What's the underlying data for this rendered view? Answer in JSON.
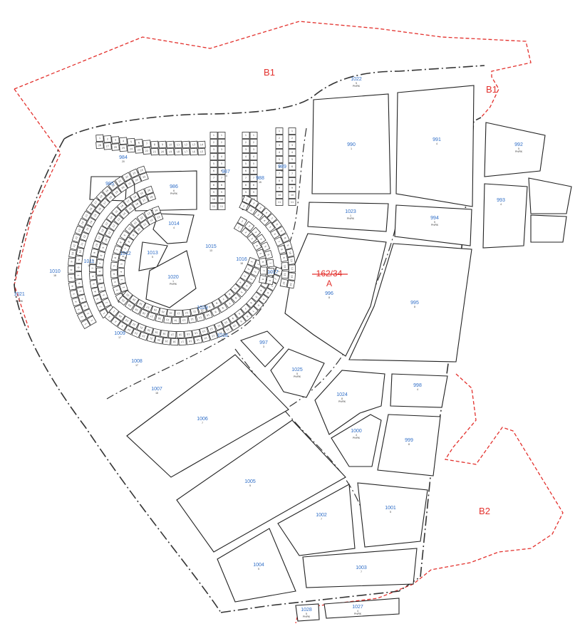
{
  "zones": [
    {
      "label": "B1"
    },
    {
      "label": "B1"
    },
    {
      "label": "B2"
    }
  ],
  "main_parcel": {
    "number": "162/34",
    "letter": "A"
  },
  "parcels": [
    {
      "id": "1022",
      "sub": "5",
      "extra": "PH/RK"
    },
    {
      "id": "990",
      "sub": "1",
      "extra": ""
    },
    {
      "id": "991",
      "sub": "4",
      "extra": ""
    },
    {
      "id": "992",
      "sub": "5",
      "extra": "PH/RK"
    },
    {
      "id": "993",
      "sub": "4",
      "extra": ""
    },
    {
      "id": "994",
      "sub": "5",
      "extra": "PH/RK"
    },
    {
      "id": "1023",
      "sub": "1",
      "extra": "PH/RK"
    },
    {
      "id": "984",
      "sub": "20",
      "extra": ""
    },
    {
      "id": "985",
      "sub": "6",
      "extra": ""
    },
    {
      "id": "986",
      "sub": "6",
      "extra": "PH/RK"
    },
    {
      "id": "987",
      "sub": "14",
      "extra": ""
    },
    {
      "id": "988",
      "sub": "15",
      "extra": ""
    },
    {
      "id": "989",
      "sub": "13",
      "extra": ""
    },
    {
      "id": "1014",
      "sub": "4",
      "extra": ""
    },
    {
      "id": "1013",
      "sub": "5",
      "extra": ""
    },
    {
      "id": "1012",
      "sub": "18",
      "extra": ""
    },
    {
      "id": "1011",
      "sub": "18",
      "extra": ""
    },
    {
      "id": "1010",
      "sub": "18",
      "extra": ""
    },
    {
      "id": "1015",
      "sub": "13",
      "extra": ""
    },
    {
      "id": "1016",
      "sub": "18",
      "extra": ""
    },
    {
      "id": "1017",
      "sub": "20",
      "extra": ""
    },
    {
      "id": "1020",
      "sub": "1",
      "extra": "PH/RK"
    },
    {
      "id": "1021",
      "sub": "4",
      "extra": "PH/RK"
    },
    {
      "id": "996",
      "sub": "8",
      "extra": ""
    },
    {
      "id": "995",
      "sub": "8",
      "extra": ""
    },
    {
      "id": "1019",
      "sub": "21",
      "extra": ""
    },
    {
      "id": "1018",
      "sub": "18",
      "extra": ""
    },
    {
      "id": "1009",
      "sub": "17",
      "extra": ""
    },
    {
      "id": "1008",
      "sub": "17",
      "extra": ""
    },
    {
      "id": "1007",
      "sub": "18",
      "extra": ""
    },
    {
      "id": "997",
      "sub": "3",
      "extra": ""
    },
    {
      "id": "1025",
      "sub": "5",
      "extra": "PH/RK"
    },
    {
      "id": "1024",
      "sub": "8",
      "extra": "PH/RK"
    },
    {
      "id": "998",
      "sub": "4",
      "extra": ""
    },
    {
      "id": "999",
      "sub": "8",
      "extra": ""
    },
    {
      "id": "1000",
      "sub": "4",
      "extra": "PH/RK"
    },
    {
      "id": "1006",
      "sub": "7",
      "extra": ""
    },
    {
      "id": "1005",
      "sub": "5",
      "extra": ""
    },
    {
      "id": "1002",
      "sub": "7",
      "extra": ""
    },
    {
      "id": "1001",
      "sub": "5",
      "extra": ""
    },
    {
      "id": "1004",
      "sub": "5",
      "extra": ""
    },
    {
      "id": "1003",
      "sub": "7",
      "extra": ""
    },
    {
      "id": "1028",
      "sub": "5",
      "extra": "PH/RK"
    },
    {
      "id": "1027",
      "sub": "4",
      "extra": "PH/RK"
    }
  ],
  "colors": {
    "boundary": "#e3312d",
    "parcel_id": "#2e6dc7",
    "lines": "#222222"
  }
}
